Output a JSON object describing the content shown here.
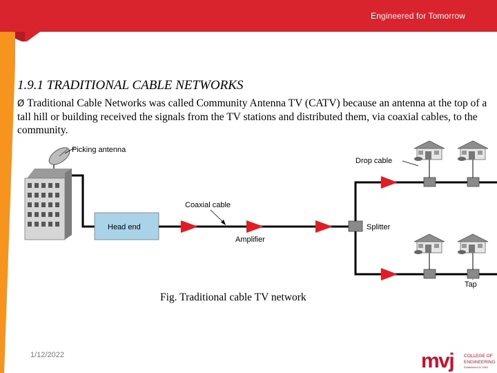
{
  "header": {
    "tagline": "Engineered for Tomorrow",
    "accent_color": "#d9232d",
    "side_color": "#f7941d"
  },
  "slide": {
    "title": "1.9.1 TRADITIONAL CABLE NETWORKS",
    "bullet_marker": "Ø",
    "bullet_text": "Traditional Cable Networks was called Community Antenna TV (CATV) because an antenna at the top of a tall hill or building received the signals from the TV stations and distributed them, via coaxial cables, to the community."
  },
  "diagram": {
    "labels": {
      "antenna": "Picking antenna",
      "head_end": "Head end",
      "coaxial": "Coaxial cable",
      "amplifier": "Amplifier",
      "drop_cable": "Drop cable",
      "splitter": "Splitter",
      "tap": "Tap"
    },
    "caption": "Fig. Traditional cable TV network",
    "colors": {
      "head_end_fill": "#a9d3e8",
      "amplifier": "#e31b23",
      "node": "#8a8a8a"
    }
  },
  "footer": {
    "date": "1/12/2022",
    "logo_mark": "mvj",
    "logo_line1": "COLLEGE OF",
    "logo_line2": "ENGINEERING",
    "logo_line3": "Established in 1982"
  }
}
